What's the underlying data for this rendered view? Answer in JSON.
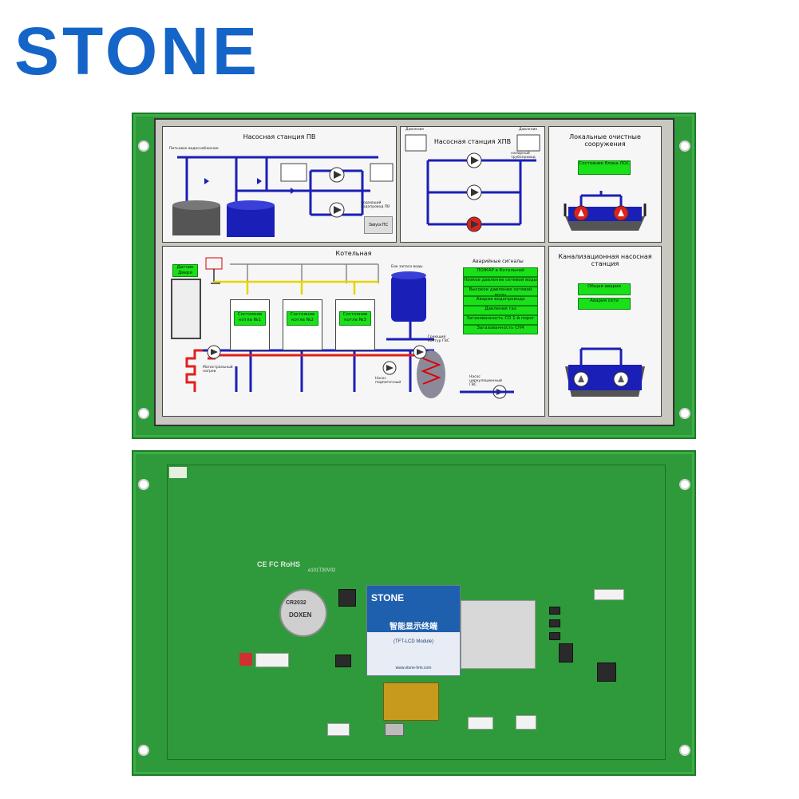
{
  "brand": {
    "logo_text": "STONE",
    "color": "#1565c8"
  },
  "screen": {
    "pump_station_pv": {
      "title": "Насосная станция ПВ",
      "tank_label": "Питьевое водоснабжение",
      "button": "Запуск ПС",
      "note": "подающий водопровод ПВ"
    },
    "pump_station_hvp": {
      "title": "Насосная станция ХПВ",
      "gauge_label_left": "Давление",
      "gauge_label_right": "Давление",
      "note": "напорный трубопровод"
    },
    "local_treatment": {
      "title": "Локальные очистные сооружения",
      "status_button": "Состояние блока ЛОС"
    },
    "boiler_room": {
      "title": "Котельная",
      "door_sensor": "Датчик Двери",
      "boilers": [
        "Состояние котла №1",
        "Состояние котла №2",
        "Состояние котла №3"
      ],
      "tank_label": "Бак запаса воды",
      "heating_circuit": "Греющий контур ГВС",
      "pump_labels": [
        "Магистральный нагрев",
        "Насос подпиточный",
        "Насос циркуляционный ГВС"
      ],
      "alarms_title": "Аварийные сигналы",
      "alarms": [
        "ПОЖАР в Котельной",
        "Низкое давление сетевой воды",
        "Высокое давление сетевой воды",
        "Авария водопровода",
        "Давление газ",
        "Загазованность СО 1-й порог",
        "Загазованность СН4"
      ]
    },
    "sewage": {
      "title": "Канализационная насосная станция",
      "buttons": [
        "Общая авария",
        "Авария сети"
      ]
    }
  },
  "back_board": {
    "module_logo": "STONE",
    "module_title_cn": "智能显示终端",
    "module_subtitle": "(TFT-LCD Module)",
    "module_url": "www.stone-hmi.com",
    "model_code": "e101T30V02",
    "battery_label": "CR2032",
    "battery_brand": "DOXEN",
    "cert_marks": "CE FC RoHS"
  },
  "colors": {
    "pcb_green": "#2e9a3a",
    "pipe_blue": "#1b1fb5",
    "gas_yellow": "#e6d400",
    "hot_red": "#e02020",
    "status_green": "#19e019"
  }
}
